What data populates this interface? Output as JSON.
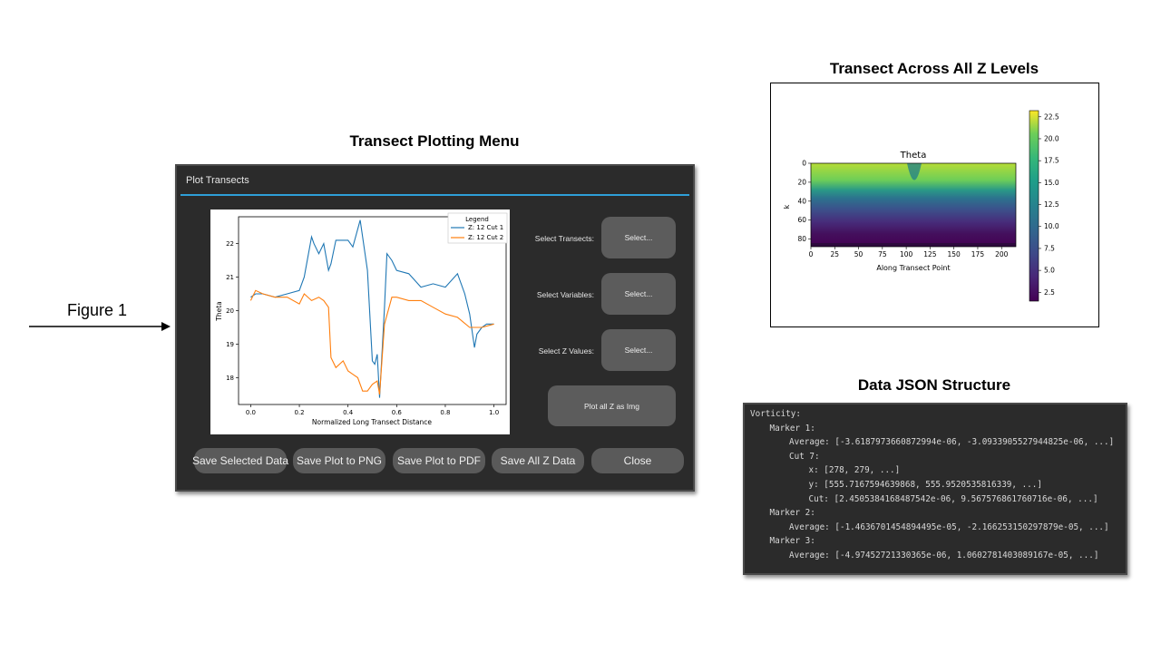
{
  "annotations": {
    "figure_label": "Figure 1",
    "menu_heading": "Transect Plotting Menu",
    "heatmap_heading": "Transect Across All Z Levels",
    "json_heading": "Data JSON Structure"
  },
  "dialog": {
    "title": "Plot Transects",
    "accent_color": "#2e9fd8",
    "selectors": [
      {
        "label": "Select Transects:",
        "button": "Select..."
      },
      {
        "label": "Select Variables:",
        "button": "Select..."
      },
      {
        "label": "Select Z Values:",
        "button": "Select..."
      }
    ],
    "plot_all_button": "Plot all Z as Img",
    "bottom_buttons": [
      "Save Selected Data",
      "Save Plot to PNG",
      "Save Plot to PDF",
      "Save All Z Data",
      "Close"
    ]
  },
  "chart_data": [
    {
      "type": "line",
      "xlabel": "Normalized Long Transect Distance",
      "ylabel": "Theta",
      "xlim": [
        -0.05,
        1.05
      ],
      "ylim": [
        17.2,
        22.8
      ],
      "xticks": [
        "0.0",
        "0.2",
        "0.4",
        "0.6",
        "0.8",
        "1.0"
      ],
      "yticks": [
        "18",
        "19",
        "20",
        "21",
        "22"
      ],
      "legend": {
        "title": "Legend",
        "placement": "top-right"
      },
      "series": [
        {
          "name": "Z: 12 Cut 1",
          "color": "#1f77b4",
          "x": [
            0.0,
            0.02,
            0.05,
            0.1,
            0.15,
            0.2,
            0.22,
            0.25,
            0.26,
            0.28,
            0.3,
            0.32,
            0.33,
            0.35,
            0.4,
            0.42,
            0.45,
            0.48,
            0.5,
            0.51,
            0.52,
            0.53,
            0.55,
            0.56,
            0.58,
            0.6,
            0.65,
            0.7,
            0.75,
            0.8,
            0.85,
            0.88,
            0.9,
            0.92,
            0.93,
            0.95,
            0.97,
            1.0
          ],
          "y": [
            20.4,
            20.5,
            20.5,
            20.4,
            20.5,
            20.6,
            21.0,
            22.2,
            22.0,
            21.7,
            22.0,
            21.2,
            21.4,
            22.1,
            22.1,
            21.9,
            22.7,
            21.2,
            18.5,
            18.4,
            18.7,
            17.4,
            20.1,
            21.7,
            21.5,
            21.2,
            21.1,
            20.7,
            20.8,
            20.7,
            21.1,
            20.5,
            19.9,
            18.9,
            19.3,
            19.5,
            19.6,
            19.6
          ]
        },
        {
          "name": "Z: 12 Cut 2",
          "color": "#ff7f0e",
          "x": [
            0.0,
            0.02,
            0.05,
            0.1,
            0.15,
            0.2,
            0.22,
            0.25,
            0.28,
            0.3,
            0.32,
            0.33,
            0.35,
            0.38,
            0.4,
            0.42,
            0.44,
            0.46,
            0.48,
            0.5,
            0.52,
            0.53,
            0.55,
            0.58,
            0.6,
            0.65,
            0.7,
            0.75,
            0.8,
            0.85,
            0.9,
            0.95,
            1.0
          ],
          "y": [
            20.3,
            20.6,
            20.5,
            20.4,
            20.4,
            20.2,
            20.5,
            20.3,
            20.4,
            20.3,
            20.1,
            18.6,
            18.3,
            18.5,
            18.2,
            18.1,
            18.0,
            17.6,
            17.6,
            17.8,
            17.9,
            17.5,
            19.6,
            20.4,
            20.4,
            20.3,
            20.3,
            20.1,
            19.9,
            19.8,
            19.5,
            19.5,
            19.6
          ]
        }
      ]
    },
    {
      "type": "heatmap",
      "title": "Theta",
      "xlabel": "Along Transect Point",
      "ylabel": "k",
      "xlim": [
        0,
        215
      ],
      "ylim": [
        88,
        0
      ],
      "xticks": [
        "0",
        "25",
        "50",
        "75",
        "100",
        "125",
        "150",
        "175",
        "200"
      ],
      "yticks": [
        "0",
        "20",
        "40",
        "60",
        "80"
      ],
      "colorbar": {
        "min": 1.5,
        "max": 23.2,
        "ticks": [
          "2.5",
          "5.0",
          "7.5",
          "10.0",
          "12.5",
          "15.0",
          "17.5",
          "20.0",
          "22.5"
        ],
        "colormap": "viridis"
      }
    }
  ],
  "json_view": {
    "lines": [
      {
        "indent": 0,
        "text": "Vorticity:"
      },
      {
        "indent": 1,
        "text": "Marker 1:"
      },
      {
        "indent": 2,
        "text": "Average: [-3.6187973660872994e-06, -3.0933905527944825e-06, ...]"
      },
      {
        "indent": 2,
        "text": "Cut 7:"
      },
      {
        "indent": 3,
        "text": "x: [278, 279, ...]"
      },
      {
        "indent": 3,
        "text": "y: [555.7167594639868, 555.9520535816339, ...]"
      },
      {
        "indent": 3,
        "text": "Cut: [2.4505384168487542e-06, 9.567576861760716e-06, ...]"
      },
      {
        "indent": 1,
        "text": "Marker 2:"
      },
      {
        "indent": 2,
        "text": "Average: [-1.4636701454894495e-05, -2.166253150297879e-05, ...]"
      },
      {
        "indent": 1,
        "text": "Marker 3:"
      },
      {
        "indent": 2,
        "text": "Average: [-4.97452721330365e-06, 1.0602781403089167e-05, ...]"
      }
    ]
  }
}
